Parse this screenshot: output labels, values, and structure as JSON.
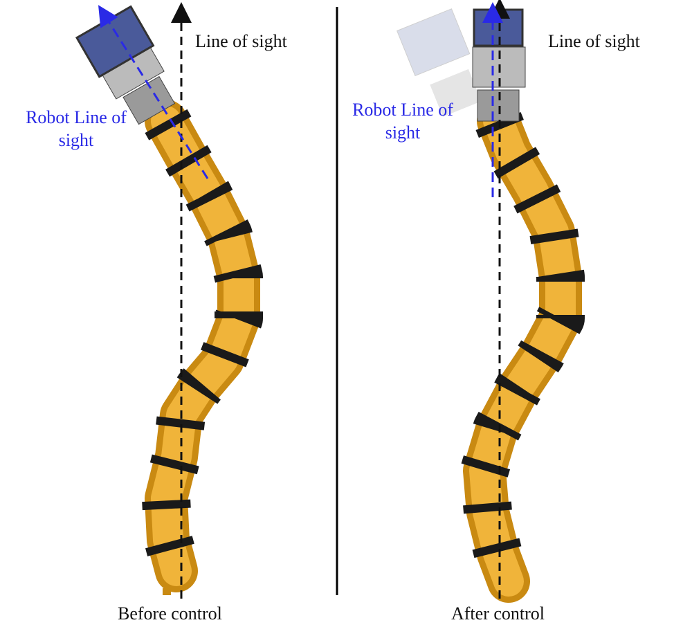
{
  "panels": [
    {
      "caption": "Before control",
      "line_of_sight_label": "Line of sight",
      "robot_line_of_sight_label": [
        "Robot Line of",
        "sight"
      ]
    },
    {
      "caption": "After control",
      "line_of_sight_label": "Line of sight",
      "robot_line_of_sight_label": [
        "Robot Line of",
        "sight"
      ]
    }
  ],
  "colors": {
    "robot_body": "#e0a020",
    "robot_band": "#1a1a1a",
    "camera": "#4a5a9a",
    "robot_sight": "#2a2ae6",
    "line_of_sight": "#111111"
  }
}
